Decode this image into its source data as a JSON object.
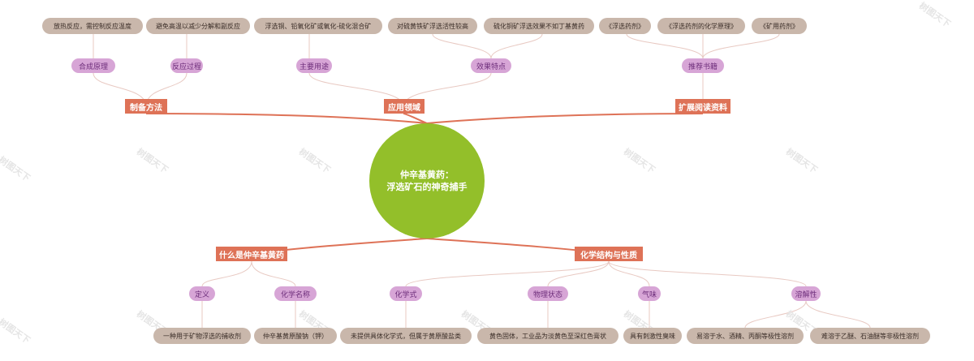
{
  "root": {
    "title": "仲辛基黄药：\n浮选矿石的神奇捕手"
  },
  "branches": {
    "prep": {
      "label": "制备方法",
      "subs": {
        "synthesis": {
          "label": "合成原理",
          "leaf": "放热反应，需控制反应温度"
        },
        "process": {
          "label": "反应过程",
          "leaf": "避免高温以减少分解和副反应"
        }
      }
    },
    "apps": {
      "label": "应用领域",
      "subs": {
        "uses": {
          "label": "主要用途",
          "leaf": "浮选铜、铅氧化矿或氧化-硫化混合矿"
        },
        "effect": {
          "label": "效果特点",
          "leaves": [
            "对硫黄铁矿浮选活性较高",
            "硫化铜矿浮选效果不如丁基黄药"
          ]
        }
      }
    },
    "reading": {
      "label": "扩展阅读资料",
      "subs": {
        "books": {
          "label": "推荐书籍",
          "leaves": [
            "《浮选药剂》",
            "《浮选药剂的化学原理》",
            "《矿用药剂》"
          ]
        }
      }
    },
    "what": {
      "label": "什么是仲辛基黄药",
      "subs": {
        "definition": {
          "label": "定义",
          "leaf": "一种用于矿物浮选的捕收剂"
        },
        "chemname": {
          "label": "化学名称",
          "leaf": "仲辛基黄原酸钠（钾）"
        }
      }
    },
    "struct": {
      "label": "化学结构与性质",
      "subs": {
        "formula": {
          "label": "化学式",
          "leaf": "未提供具体化学式，但属于黄原酸盐类"
        },
        "physical": {
          "label": "物理状态",
          "leaf": "黄色固体，工业品为淡黄色至深红色膏状"
        },
        "odor": {
          "label": "气味",
          "leaf": "具有刺激性臭味"
        },
        "solubility": {
          "label": "溶解性",
          "leaves": [
            "易溶于水、酒精、丙酮等极性溶剂",
            "难溶于乙醚、石油醚等非极性溶剂"
          ]
        }
      }
    }
  },
  "colors": {
    "root": "#93bf2a",
    "branch": "#de7257",
    "sub": "#d7a5d6",
    "leaf": "#c9b7ab",
    "main_link": "#de7257",
    "minor_link": "#e8c9c2"
  },
  "watermark": "树图天下"
}
